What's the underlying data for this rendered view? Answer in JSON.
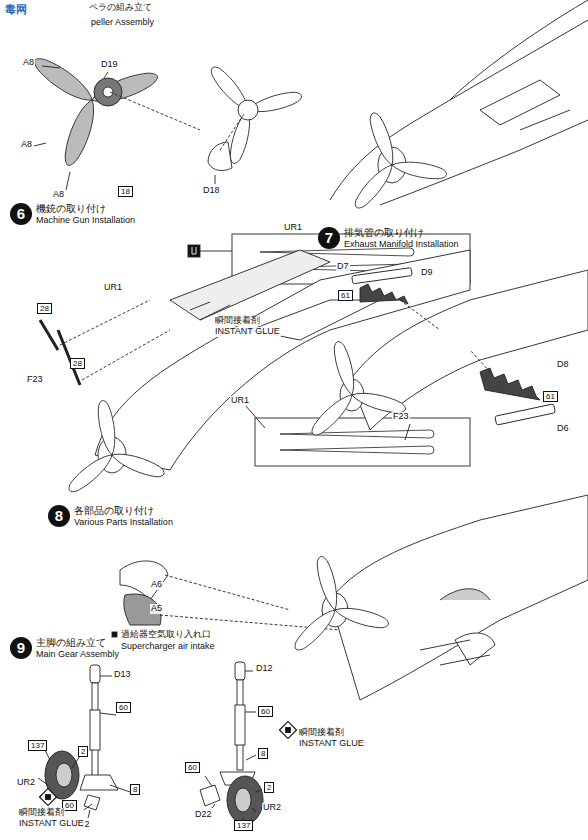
{
  "diagram": {
    "nodes": [
      {
        "text": [
          "6",
          "機銃の取り付け",
          "Machine Gun Installation"
        ]
      },
      {
        "text": [
          "7",
          "排気管の取り付け",
          "Exhaust Manifold Installation"
        ]
      },
      {
        "text": [
          "8",
          "各部品の取り付け",
          "Various Parts Installation"
        ]
      },
      {
        "text": [
          "9",
          "主脚の組み立て",
          "Main Gear Assembly"
        ]
      },
      {
        "text": [
          "18"
        ]
      },
      {
        "text": [
          "28"
        ]
      },
      {
        "text": [
          "28"
        ]
      },
      {
        "text": [
          "61"
        ]
      },
      {
        "text": [
          "61"
        ]
      },
      {
        "text": [
          "137"
        ]
      },
      {
        "text": [
          "2"
        ]
      },
      {
        "text": [
          "60"
        ]
      },
      {
        "text": [
          "8"
        ]
      },
      {
        "text": [
          "60"
        ]
      },
      {
        "text": [
          "60"
        ]
      },
      {
        "text": [
          "8"
        ]
      },
      {
        "text": [
          "60"
        ]
      },
      {
        "text": [
          "2"
        ]
      },
      {
        "text": [
          "137"
        ]
      }
    ],
    "labels": [
      "毒网",
      "ペラの組み立て",
      "peller Assembly",
      "A8",
      "D19",
      "A8",
      "A8",
      "D18",
      "UR1",
      "UR1",
      "瞬間接着剤",
      "INSTANT GLUE",
      "F23",
      "UR1",
      "F23",
      "D7",
      "D9",
      "D8",
      "D6",
      "A6",
      "A5",
      "過給器空気取り入れ口",
      "Supercharger air intake",
      "D13",
      "UR2",
      "D22",
      "瞬間接着剤",
      "INSTANT GLUE",
      "D12",
      "瞬間接着剤",
      "INSTANT GLUE",
      "D22",
      "UR2"
    ]
  }
}
